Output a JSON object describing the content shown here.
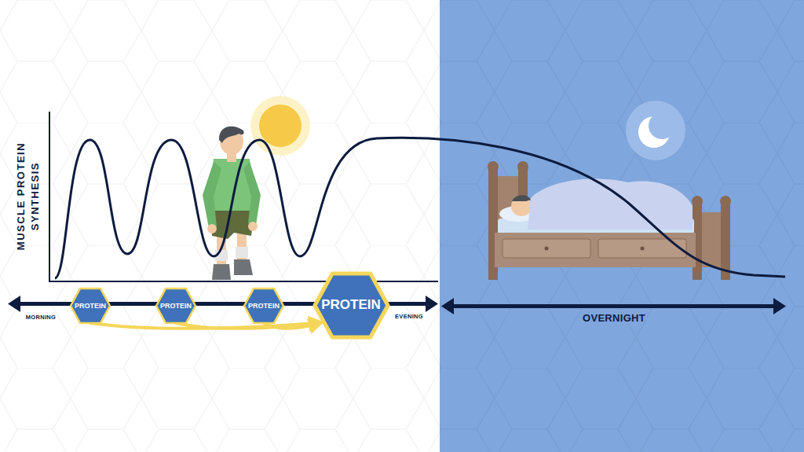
{
  "diagram": {
    "nodes": [
      {
        "text": [
          "PROTEIN"
        ]
      },
      {
        "text": [
          "PROTEIN"
        ]
      },
      {
        "text": [
          "PROTEIN"
        ]
      },
      {
        "text": [
          "PROTEIN"
        ]
      }
    ],
    "edges": [
      {
        "from": 0,
        "to": 3,
        "arrow": "to"
      },
      {
        "from": 1,
        "to": 3,
        "arrow": "to"
      },
      {
        "from": 2,
        "to": 3,
        "arrow": "to"
      }
    ],
    "labels": [
      "MUSCLE PROTEIN SYNTHESIS",
      "MORNING",
      "EVENING",
      "OVERNIGHT"
    ]
  }
}
